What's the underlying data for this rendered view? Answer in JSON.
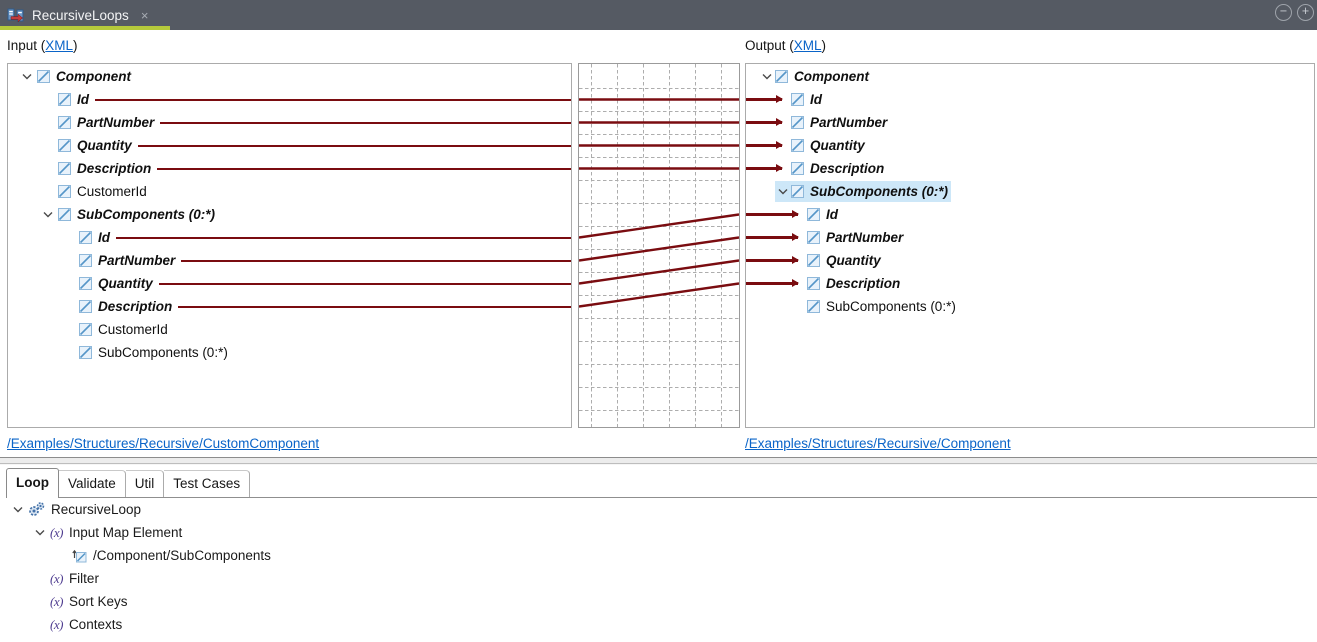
{
  "tab_bar": {
    "title": "RecursiveLoops",
    "close_glyph": "×",
    "minimize_glyph": "−",
    "maximize_glyph": "+"
  },
  "colors": {
    "topbar_bg": "#555A63",
    "active_tab_underline": "#B5C93B",
    "mapping_line_red": "#7A0C10",
    "link_blue": "#0A64C8",
    "selection_bg": "#CDE7F8",
    "panel_border": "#ABABAB",
    "grid_dash": "#ADADAD"
  },
  "input_panel": {
    "header_prefix": "Input (",
    "header_link_label": "XML",
    "header_suffix": ")",
    "schema_path_link": "/Examples/Structures/Recursive/CustomComponent",
    "tree": [
      {
        "label": "Component",
        "level": 0,
        "mapped": true,
        "expanded": true
      },
      {
        "label": "Id",
        "level": 1,
        "mapped": true,
        "line": true
      },
      {
        "label": "PartNumber",
        "level": 1,
        "mapped": true,
        "line": true
      },
      {
        "label": "Quantity",
        "level": 1,
        "mapped": true,
        "line": true
      },
      {
        "label": "Description",
        "level": 1,
        "mapped": true,
        "line": true
      },
      {
        "label": "CustomerId",
        "level": 1
      },
      {
        "label": "SubComponents (0:*)",
        "level": 1,
        "mapped": true,
        "expanded": true
      },
      {
        "label": "Id",
        "level": 2,
        "mapped": true,
        "line": true
      },
      {
        "label": "PartNumber",
        "level": 2,
        "mapped": true,
        "line": true
      },
      {
        "label": "Quantity",
        "level": 2,
        "mapped": true,
        "line": true
      },
      {
        "label": "Description",
        "level": 2,
        "mapped": true,
        "line": true
      },
      {
        "label": "CustomerId",
        "level": 2
      },
      {
        "label": "SubComponents (0:*)",
        "level": 2
      }
    ]
  },
  "output_panel": {
    "header_prefix": "Output (",
    "header_link_label": "XML",
    "header_suffix": ")",
    "schema_path_link": "/Examples/Structures/Recursive/Component",
    "tree": [
      {
        "label": "Component",
        "level": 0,
        "mapped": true,
        "expanded": true
      },
      {
        "label": "Id",
        "level": 1,
        "mapped": true,
        "arrow": true
      },
      {
        "label": "PartNumber",
        "level": 1,
        "mapped": true,
        "arrow": true
      },
      {
        "label": "Quantity",
        "level": 1,
        "mapped": true,
        "arrow": true
      },
      {
        "label": "Description",
        "level": 1,
        "mapped": true,
        "arrow": true
      },
      {
        "label": "SubComponents (0:*)",
        "level": 1,
        "mapped": true,
        "expanded": true,
        "selected": true
      },
      {
        "label": "Id",
        "level": 2,
        "mapped": true,
        "arrow": true
      },
      {
        "label": "PartNumber",
        "level": 2,
        "mapped": true,
        "arrow": true
      },
      {
        "label": "Quantity",
        "level": 2,
        "mapped": true,
        "arrow": true
      },
      {
        "label": "Description",
        "level": 2,
        "mapped": true,
        "arrow": true
      },
      {
        "label": "SubComponents (0:*)",
        "level": 2
      }
    ]
  },
  "mappings": [
    {
      "source": "/Component/Id",
      "target": "/Component/Id"
    },
    {
      "source": "/Component/PartNumber",
      "target": "/Component/PartNumber"
    },
    {
      "source": "/Component/Quantity",
      "target": "/Component/Quantity"
    },
    {
      "source": "/Component/Description",
      "target": "/Component/Description"
    },
    {
      "source": "/Component/SubComponents/Id",
      "target": "/Component/SubComponents/Id"
    },
    {
      "source": "/Component/SubComponents/PartNumber",
      "target": "/Component/SubComponents/PartNumber"
    },
    {
      "source": "/Component/SubComponents/Quantity",
      "target": "/Component/SubComponents/Quantity"
    },
    {
      "source": "/Component/SubComponents/Description",
      "target": "/Component/SubComponents/Description"
    }
  ],
  "bottom_panel": {
    "tabs": [
      {
        "label": "Loop",
        "active": true
      },
      {
        "label": "Validate",
        "active": false
      },
      {
        "label": "Util",
        "active": false
      },
      {
        "label": "Test Cases",
        "active": false
      }
    ],
    "tree": [
      {
        "label": "RecursiveLoop",
        "level": 0,
        "icon": "gears",
        "expanded": true
      },
      {
        "label": "Input Map Element",
        "level": 1,
        "icon": "fx",
        "expanded": true
      },
      {
        "label": "/Component/SubComponents",
        "level": 2,
        "icon": "element-ref"
      },
      {
        "label": "Filter",
        "level": 1,
        "icon": "fx"
      },
      {
        "label": "Sort Keys",
        "level": 1,
        "icon": "fx"
      },
      {
        "label": "Contexts",
        "level": 1,
        "icon": "fx"
      }
    ]
  }
}
